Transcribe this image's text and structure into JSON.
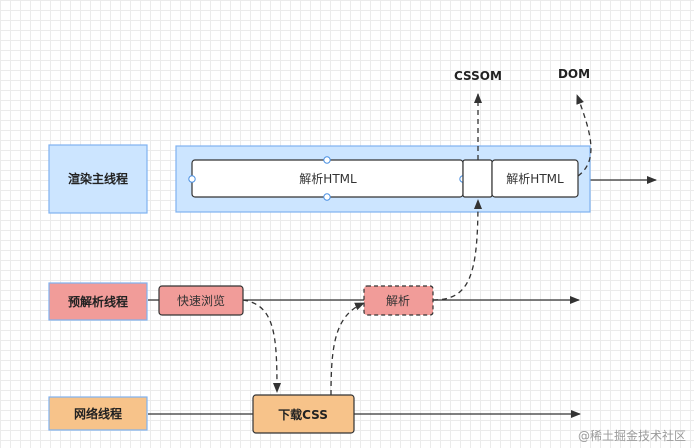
{
  "labels": {
    "render_thread": "渲染主线程",
    "preparse_thread": "预解析线程",
    "network_thread": "网络线程",
    "parse_html_1": "解析HTML",
    "parse_html_2": "解析HTML",
    "quick_scan": "快速浏览",
    "parse": "解析",
    "download_css": "下载CSS",
    "cssom": "CSSOM",
    "dom": "DOM"
  },
  "watermark": "@稀土掘金技术社区",
  "colors": {
    "blue_fill": "#cce5ff",
    "blue_stroke": "#7fb2f0",
    "red_fill": "#f19c99",
    "red_stroke": "#c87a78",
    "orange_fill": "#f7c38a",
    "orange_stroke": "#c8966a",
    "line": "#333333"
  }
}
